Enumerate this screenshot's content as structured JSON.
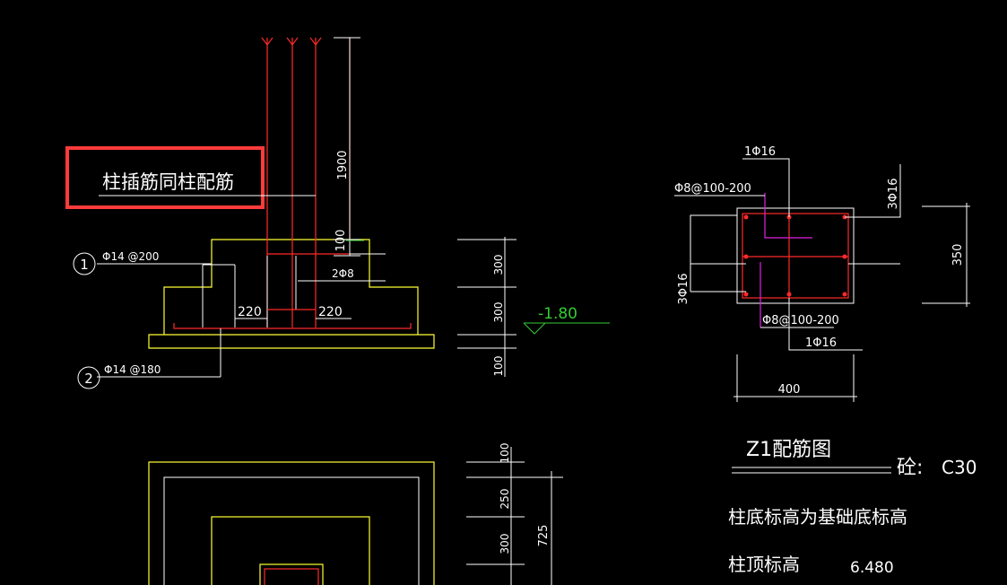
{
  "notes": {
    "column_dowel": "柱插筋同柱配筋",
    "bar1": "Φ14 @200",
    "bar2": "Φ14 @180",
    "bar_2phi8": "2Φ8",
    "callout_1": "1",
    "callout_2": "2",
    "dim_220_left": "220",
    "dim_220_right": "220",
    "dim_1900": "1900",
    "dim_100_col": "100",
    "elevation": "-1.80"
  },
  "section_dims": {
    "d300_top": "300",
    "d300_mid": "300",
    "d100_bot": "100"
  },
  "plan_dims": {
    "d100": "100",
    "d250": "250",
    "d300": "300",
    "d725": "725"
  },
  "column_section": {
    "top_bar": "1Φ16",
    "top_stirrup": "Φ8@100-200",
    "right_bar": "3Φ16",
    "left_bar": "3Φ16",
    "bottom_stirrup": "Φ8@100-200",
    "bottom_bar": "1Φ16",
    "height": "350",
    "width": "400"
  },
  "legend": {
    "title": "Z1配筋图",
    "concrete_label": "砼:",
    "concrete_grade": "C30",
    "note_base": "柱底标高为基础底标高",
    "note_top_label": "柱顶标高",
    "note_top_value": "6.480"
  },
  "colors": {
    "background": "#000000",
    "line": "#ffffff",
    "outline": "#ffff33",
    "rebar": "#ff2a2a",
    "stirrup": "#e020e0",
    "level": "#33cc33",
    "highlight": "#ff3b3b"
  }
}
